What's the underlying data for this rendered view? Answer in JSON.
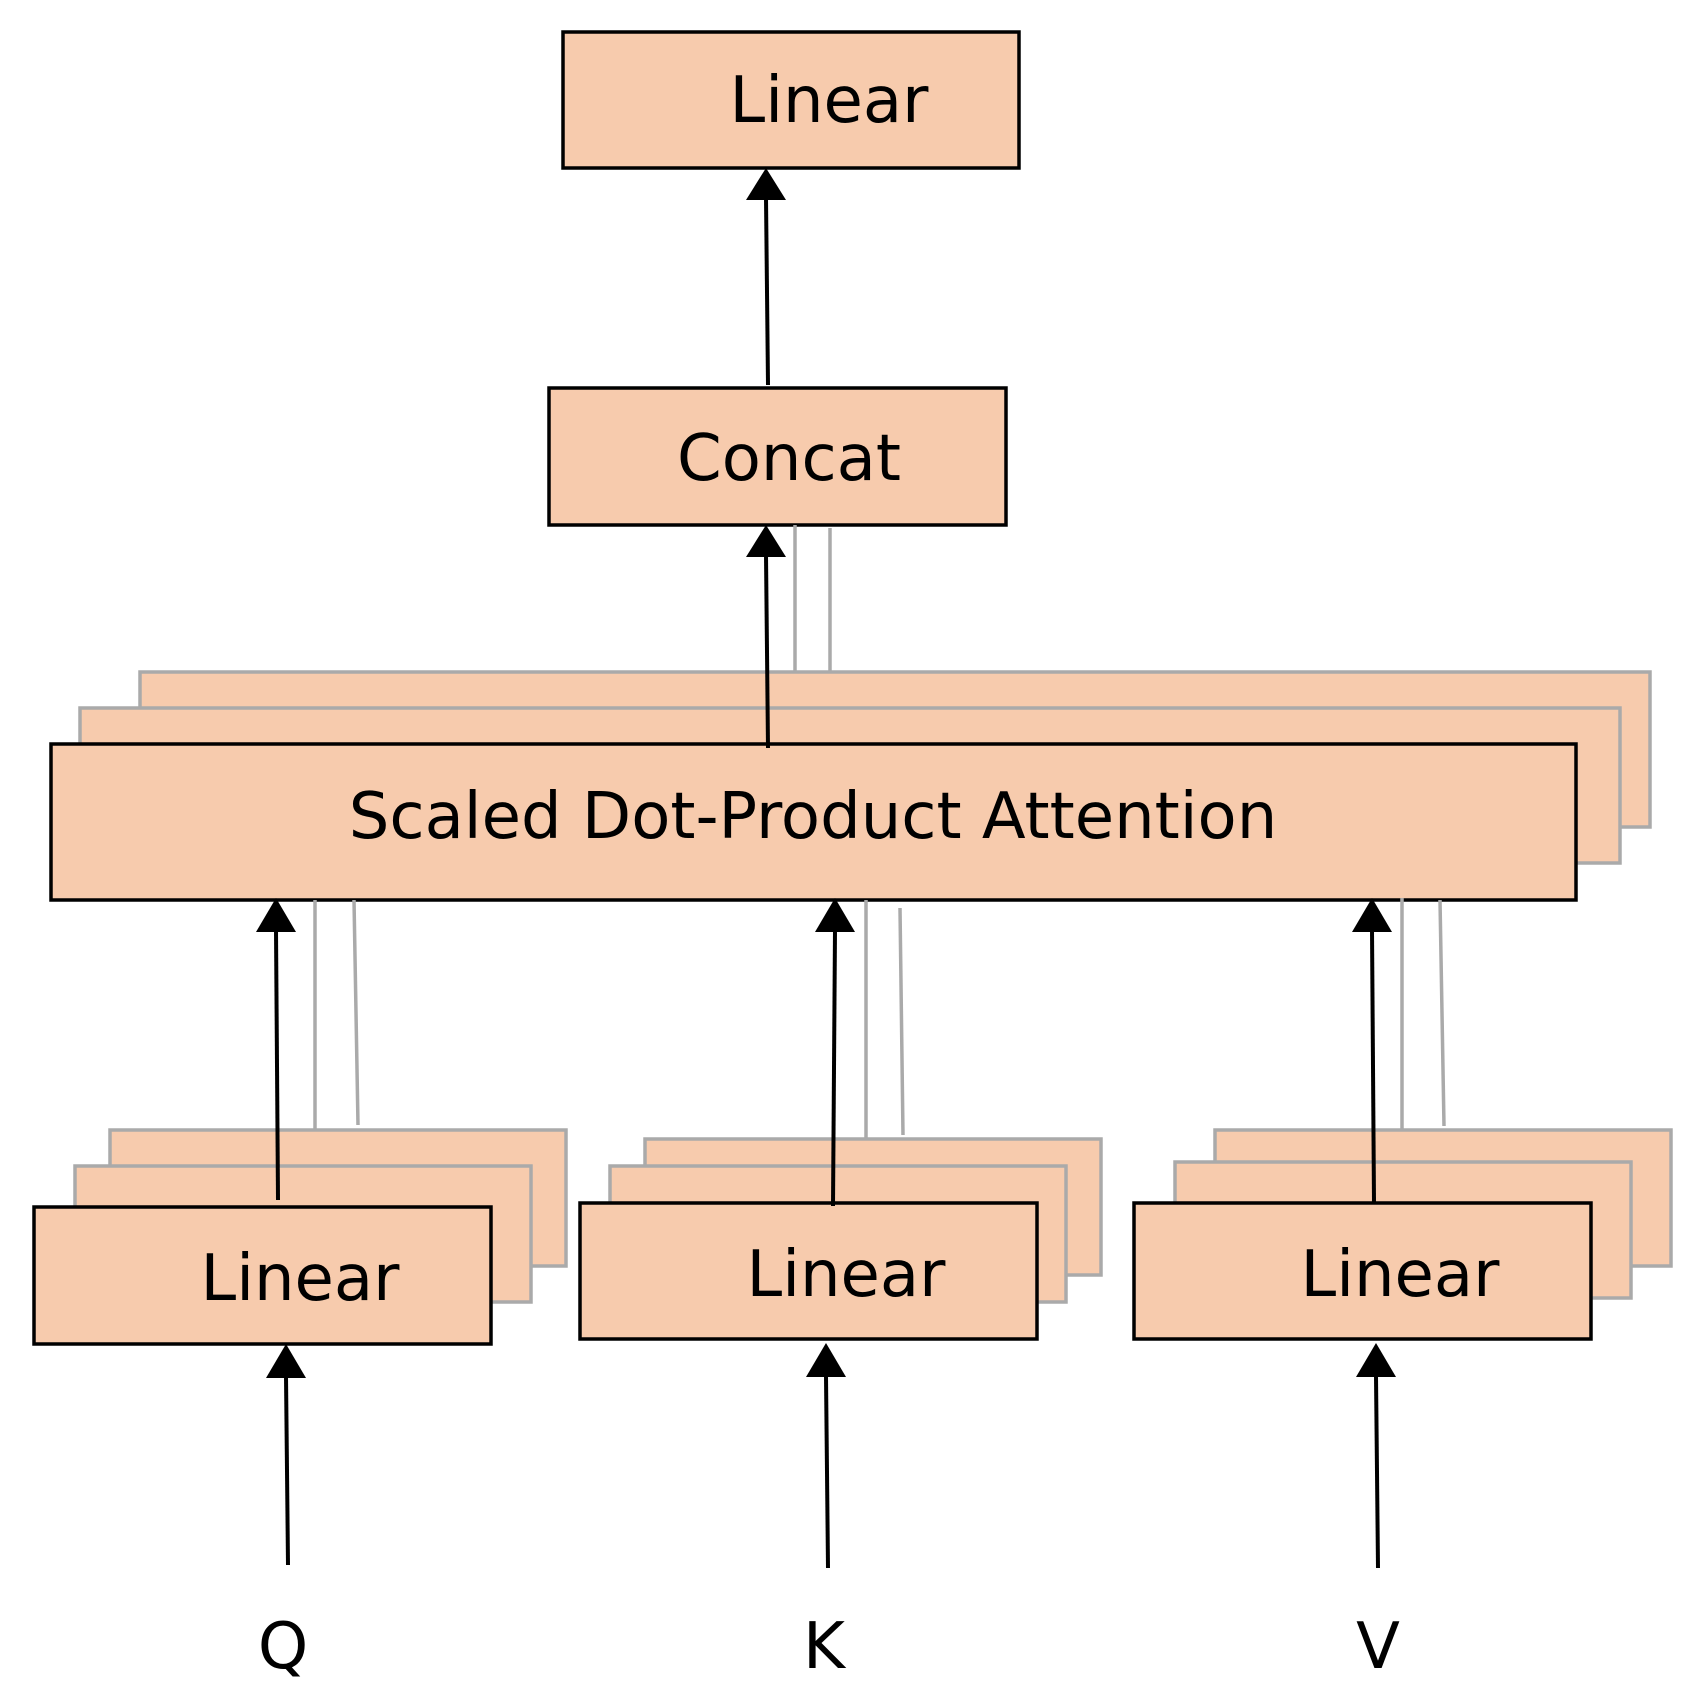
{
  "diagram": {
    "title": "",
    "nodes": {
      "linear_out": "Linear",
      "concat": "Concat",
      "attention": "Scaled Dot-Product Attention",
      "linear_q": "Linear",
      "linear_k": "Linear",
      "linear_v": "Linear"
    },
    "inputs": {
      "q": "Q",
      "k": "K",
      "v": "V"
    },
    "colors": {
      "box_fill": "#f7cbad",
      "box_stroke": "#000000",
      "stack_stroke": "#aaaaaa",
      "arrow": "#000000"
    }
  }
}
